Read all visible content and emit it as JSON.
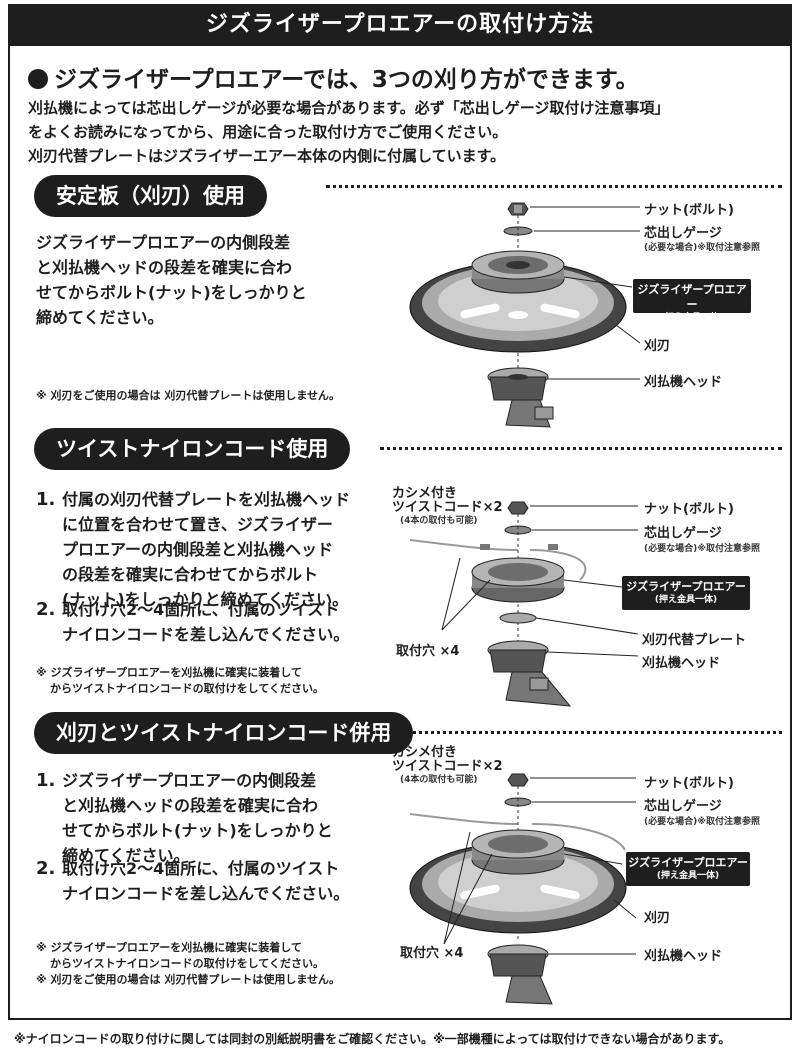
{
  "title": "ジズライザープロエアーの取付け方法",
  "headline": "ジズライザープロエアーでは、3つの刈り方ができます。",
  "intro": [
    "刈払機によっては芯出しゲージが必要な場合があります。必ず「芯出しゲージ取付け注意事項」",
    "をよくお読みになってから、用途に合った取付け方でご使用ください。",
    "刈刃代替プレートはジズライザーエアー本体の内側に付属しています。"
  ],
  "section1": {
    "heading": "安定板（刈刃）使用",
    "body": [
      "ジズライザープロエアーの内側段差",
      "と刈払機ヘッドの段差を確実に合わ",
      "せてからボルト(ナット)をしっかりと",
      "締めてください。"
    ],
    "note": "※ 刈刃をご使用の場合は 刈刃代替プレートは使用しません。",
    "labels": {
      "nut": "ナット(ボルト)",
      "gauge": "芯出しゲージ",
      "gauge_sub": "(必要な場合)※取付注意参照",
      "product": "ジズライザープロエアー",
      "product_sub": "(押え金具一体)",
      "blade": "刈刃",
      "head": "刈払機ヘッド"
    }
  },
  "section2": {
    "heading": "ツイストナイロンコード使用",
    "items": [
      {
        "num": "1.",
        "lines": [
          "付属の刈刃代替プレートを刈払機ヘッド",
          "に位置を合わせて置き、ジズライザー",
          "プロエアーの内側段差と刈払機ヘッド",
          "の段差を確実に合わせてからボルト",
          "(ナット)をしっかりと締めてください。"
        ]
      },
      {
        "num": "2.",
        "lines": [
          "取付け穴2～4箇所に、付属のツイスト",
          "ナイロンコードを差し込んでください。"
        ]
      }
    ],
    "note": [
      "※ ジズライザープロエアーを刈払機に確実に装着して",
      "からツイストナイロンコードの取付けをしてください。"
    ],
    "labels": {
      "cord": "カシメ付き",
      "cord2": "ツイストコード×2",
      "cord_sub": "(4本の取付も可能)",
      "nut": "ナット(ボルト)",
      "gauge": "芯出しゲージ",
      "gauge_sub": "(必要な場合)※取付注意参照",
      "product": "ジズライザープロエアー",
      "product_sub": "(押え金具一体)",
      "holes": "取付穴 ×4",
      "plate": "刈刃代替プレート",
      "head": "刈払機ヘッド"
    }
  },
  "section3": {
    "heading": "刈刃とツイストナイロンコード併用",
    "items": [
      {
        "num": "1.",
        "lines": [
          "ジズライザープロエアーの内側段差",
          "と刈払機ヘッドの段差を確実に合わ",
          "せてからボルト(ナット)をしっかりと",
          "締めてください。"
        ]
      },
      {
        "num": "2.",
        "lines": [
          "取付け穴2～4箇所に、付属のツイスト",
          "ナイロンコードを差し込んでください。"
        ]
      }
    ],
    "note": [
      "※ ジズライザープロエアーを刈払機に確実に装着して",
      "からツイストナイロンコードの取付けをしてください。",
      "※ 刈刃をご使用の場合は 刈刃代替プレートは使用しません。"
    ],
    "labels": {
      "cord": "カシメ付き",
      "cord2": "ツイストコード×2",
      "cord_sub": "(4本の取付も可能)",
      "nut": "ナット(ボルト)",
      "gauge": "芯出しゲージ",
      "gauge_sub": "(必要な場合)※取付注意参照",
      "product": "ジズライザープロエアー",
      "product_sub": "(押え金具一体)",
      "blade": "刈刃",
      "holes": "取付穴 ×4",
      "head": "刈払機ヘッド"
    }
  },
  "footnote": "※ナイロンコードの取り付けに関しては同封の別紙説明書をご確認ください。※一部機種によっては取付けできない場合があります。"
}
